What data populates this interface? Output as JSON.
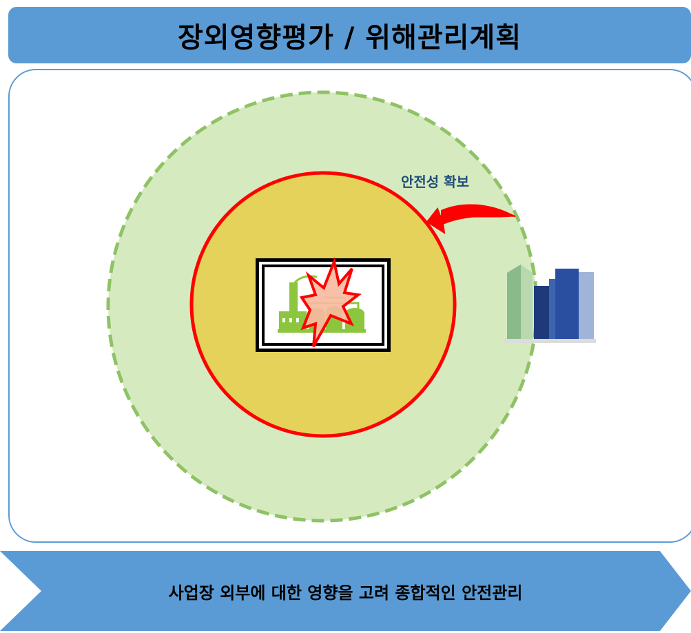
{
  "title": "장외영향평가 / 위해관리계획",
  "diagram": {
    "safety_label": "안전성 확보",
    "summary": "사업장 외부에 대한 영향을 고려 종합적인 안전관리"
  },
  "colors": {
    "title_bar": "#5b9bd5",
    "outer_zone_fill": "#d6eac0",
    "outer_zone_stroke": "#8fc265",
    "inner_zone_fill": "#e4d25a",
    "inner_zone_stroke": "#ff0000",
    "arrow": "#ff0000",
    "summary_banner": "#5b9bd5"
  },
  "icons": [
    "factory-icon",
    "explosion-icon",
    "buildings-icon",
    "curved-arrow-icon"
  ]
}
